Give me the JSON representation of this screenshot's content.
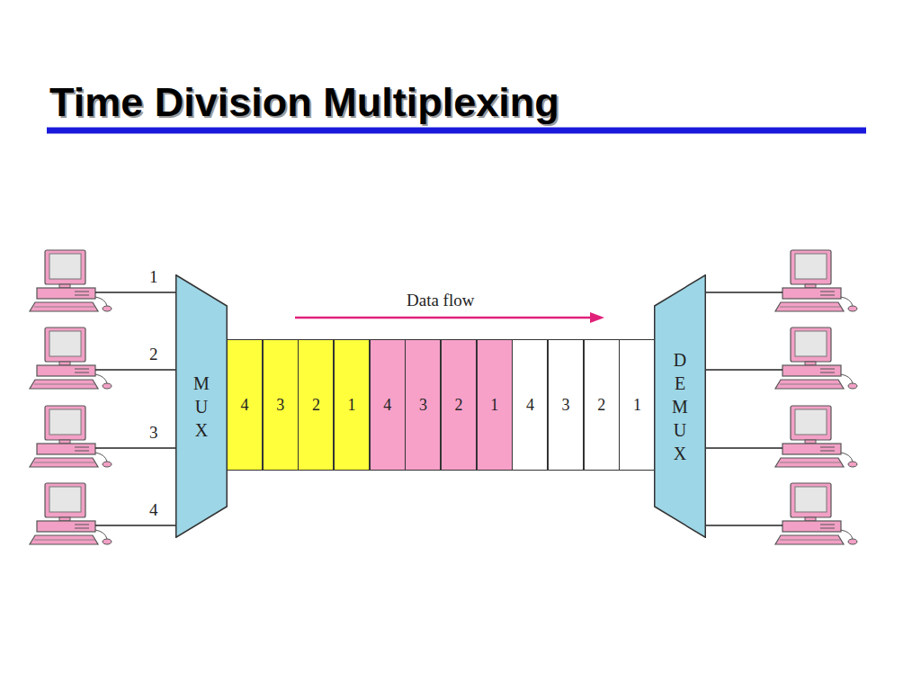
{
  "diagram": {
    "title": "Time Division Multiplexing",
    "nodes": [
      {
        "text": [
          "MUX"
        ]
      },
      {
        "text": [
          "4"
        ]
      },
      {
        "text": [
          "3"
        ]
      },
      {
        "text": [
          "2"
        ]
      },
      {
        "text": [
          "1"
        ]
      },
      {
        "text": [
          "4"
        ]
      },
      {
        "text": [
          "3"
        ]
      },
      {
        "text": [
          "2"
        ]
      },
      {
        "text": [
          "1"
        ]
      },
      {
        "text": [
          "4"
        ]
      },
      {
        "text": [
          "3"
        ]
      },
      {
        "text": [
          "2"
        ]
      },
      {
        "text": [
          "1"
        ]
      },
      {
        "text": [
          "DEMUX"
        ]
      }
    ],
    "labels": [
      "1",
      "2",
      "3",
      "4",
      "Data flow"
    ]
  }
}
